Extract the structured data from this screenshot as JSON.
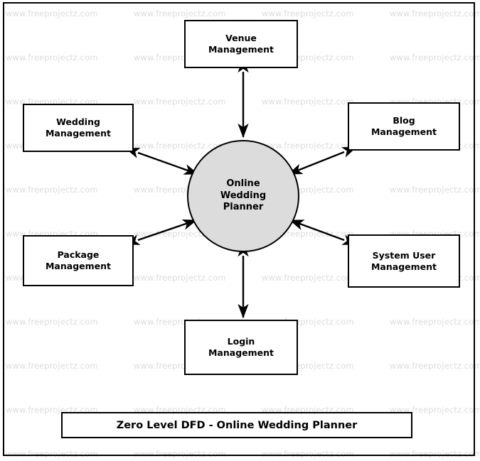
{
  "diagram": {
    "title": "Zero Level DFD - Online Wedding Planner",
    "process": {
      "name": "Online Wedding Planner",
      "line1": "Online",
      "line2": "Wedding",
      "line3": "Planner",
      "fill_color": "#dcdcdc",
      "stroke_color": "#000000"
    },
    "entities": [
      {
        "id": "venue",
        "line1": "Venue",
        "line2": "Management",
        "position": "top"
      },
      {
        "id": "wedding",
        "line1": "Wedding",
        "line2": "Management",
        "position": "top-left"
      },
      {
        "id": "blog",
        "line1": "Blog",
        "line2": "Management",
        "position": "top-right"
      },
      {
        "id": "package",
        "line1": "Package",
        "line2": "Management",
        "position": "bottom-left"
      },
      {
        "id": "systemuser",
        "line1": "System User",
        "line2": "Management",
        "position": "bottom-right"
      },
      {
        "id": "login",
        "line1": "Login",
        "line2": "Management",
        "position": "bottom"
      }
    ],
    "flows": [
      {
        "from": "Venue Management",
        "to": "Online Wedding Planner",
        "direction": "bidirectional"
      },
      {
        "from": "Wedding Management",
        "to": "Online Wedding Planner",
        "direction": "bidirectional"
      },
      {
        "from": "Blog Management",
        "to": "Online Wedding Planner",
        "direction": "bidirectional"
      },
      {
        "from": "Package Management",
        "to": "Online Wedding Planner",
        "direction": "bidirectional"
      },
      {
        "from": "System User Management",
        "to": "Online Wedding Planner",
        "direction": "bidirectional"
      },
      {
        "from": "Login Management",
        "to": "Online Wedding Planner",
        "direction": "bidirectional"
      }
    ],
    "watermark": {
      "text": "www.freeprojectz.com",
      "color": "#dcdcdc"
    }
  }
}
